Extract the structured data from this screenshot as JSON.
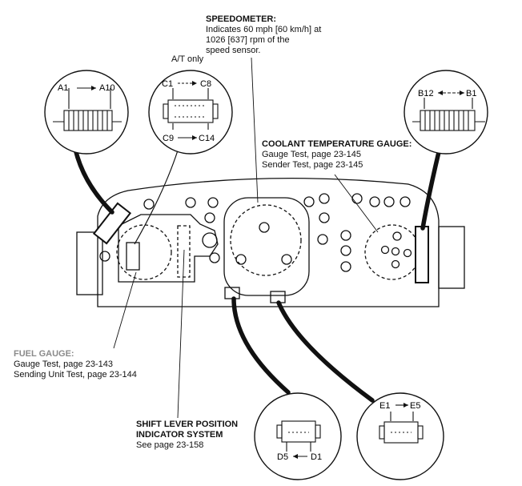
{
  "speedometer": {
    "title": "SPEEDOMETER:",
    "lines": [
      "Indicates 60 mph [60 km/h] at",
      "1026 [637] rpm of the",
      "speed sensor."
    ]
  },
  "at_only": "A/T only",
  "connectors": {
    "a": {
      "left": "A1",
      "right": "A10"
    },
    "c": {
      "top_left": "C1",
      "top_right": "C8",
      "bottom_left": "C9",
      "bottom_right": "C14"
    },
    "b": {
      "left": "B12",
      "right": "B1"
    },
    "d": {
      "left": "D5",
      "right": "D1"
    },
    "e": {
      "left": "E1",
      "right": "E5"
    }
  },
  "coolant": {
    "title": "COOLANT TEMPERATURE GAUGE:",
    "lines": [
      "Gauge Test, page 23-145",
      "Sender Test, page 23-145"
    ]
  },
  "fuel": {
    "title": "FUEL GAUGE:",
    "lines": [
      "Gauge Test, page 23-143",
      "Sending Unit Test, page 23-144"
    ]
  },
  "shift": {
    "title_lines": [
      "SHIFT LEVER POSITION",
      "INDICATOR SYSTEM"
    ],
    "line": "See page 23-158"
  }
}
